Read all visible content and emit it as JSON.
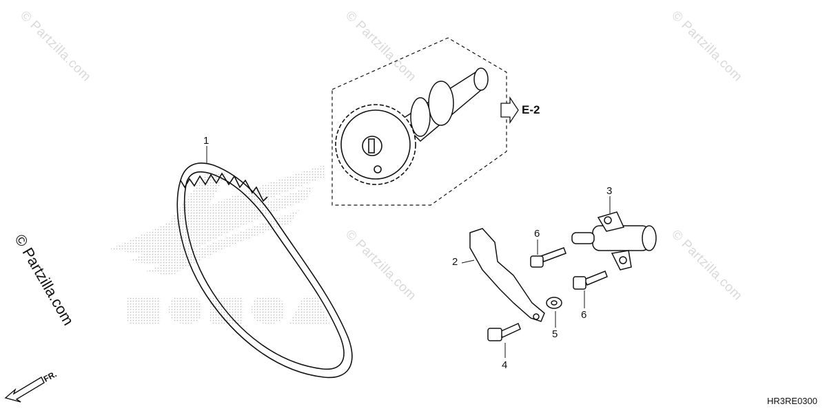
{
  "watermark": {
    "text": "© Partzilla.com"
  },
  "side_watermark": {
    "text": "© Partzilla.com"
  },
  "parts": [
    {
      "id": "chain",
      "callout": "1"
    },
    {
      "id": "chain-tensioner-slipper",
      "callout": "2"
    },
    {
      "id": "tensioner-lifter",
      "callout": "3"
    },
    {
      "id": "bolt-slipper",
      "callout": "4"
    },
    {
      "id": "washer",
      "callout": "5"
    },
    {
      "id": "bolt-lifter-upper",
      "callout": "6"
    },
    {
      "id": "bolt-lifter-lower",
      "callout": "6"
    }
  ],
  "reference": {
    "label": "E-2"
  },
  "front_indicator": {
    "label": "FR."
  },
  "diagram_code": "HR3RE0300",
  "colors": {
    "line": "#111111",
    "watermark": "#d9d9d9",
    "dots": "#b8b8b8"
  }
}
